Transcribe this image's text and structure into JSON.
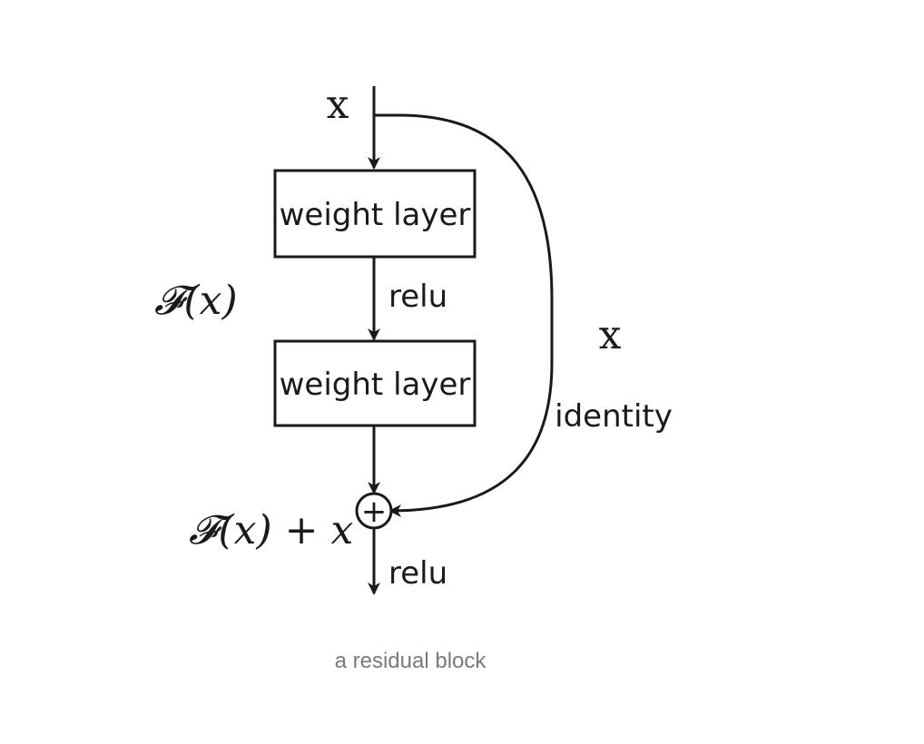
{
  "diagram": {
    "input_label": "x",
    "layer_top_label": "weight layer",
    "layer_bottom_label": "weight layer",
    "relu_mid_label": "relu",
    "relu_out_label": "relu",
    "identity_x_label": "x",
    "identity_label": "identity",
    "fx_label": "𝓕(x)",
    "sum_label": "𝓕(x) + x",
    "plus_symbol": "+",
    "caption": "a residual block"
  },
  "colors": {
    "stroke": "#1a1a1a",
    "caption": "#7a7a7a",
    "background": "#ffffff"
  }
}
